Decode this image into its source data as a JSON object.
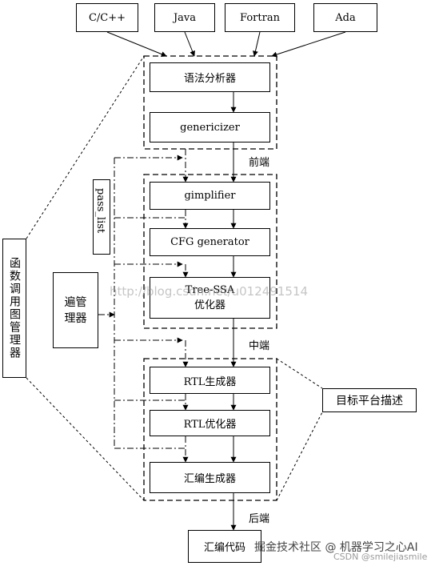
{
  "languages": [
    "C/C++",
    "Java",
    "Fortran",
    "Ada"
  ],
  "frontend": {
    "parser": "语法分析器",
    "genericizer": "genericizer",
    "label": "前端"
  },
  "middle": {
    "gimplifier": "gimplifier",
    "cfg": "CFG generator",
    "tree_ssa_line1": "Tree-SSA",
    "tree_ssa_line2": "优化器",
    "label": "中端"
  },
  "backend": {
    "rtl_gen": "RTL生成器",
    "rtl_opt": "RTL优化器",
    "asm_gen": "汇编生成器",
    "label": "后端"
  },
  "output": "汇编代码",
  "side": {
    "pass_list": "pass_list",
    "pass_manager": "遍管\n理器",
    "call_graph": "函数调用图管理器",
    "target_desc": "目标平台描述"
  },
  "watermarks": {
    "blog": "http://blog.csdn.net/u012491514",
    "juejin": "掘金技术社区 @ 机器学习之心AI",
    "csdn": "CSDN @smilejiasmile"
  }
}
